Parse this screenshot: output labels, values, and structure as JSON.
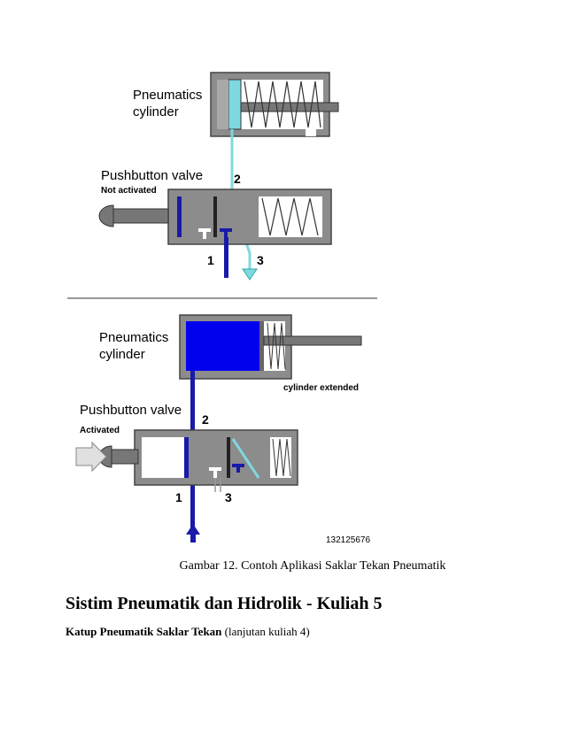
{
  "figure": {
    "top": {
      "cylinder_label_line1": "Pneumatics",
      "cylinder_label_line2": "cylinder",
      "valve_label": "Pushbutton valve",
      "valve_state": "Not activated",
      "port_1": "1",
      "port_2": "2",
      "port_3": "3"
    },
    "bottom": {
      "cylinder_label_line1": "Pneumatics",
      "cylinder_label_line2": "cylinder",
      "cylinder_state": "cylinder extended",
      "valve_label": "Pushbutton valve",
      "valve_state": "Activated",
      "port_1": "1",
      "port_2": "2",
      "port_3": "3",
      "image_id": "132125676"
    },
    "colors": {
      "air_pressure": "#0000cc",
      "exhaust": "#7fd8e0",
      "body": "#8c8c8c"
    }
  },
  "caption": "Gambar 12. Contoh Aplikasi Saklar Tekan Pneumatik",
  "heading": "Sistim Pneumatik dan Hidrolik - Kuliah 5",
  "subheading": {
    "bold": "Katup Pneumatik Saklar Tekan",
    "normal": " (lanjutan kuliah 4)"
  }
}
